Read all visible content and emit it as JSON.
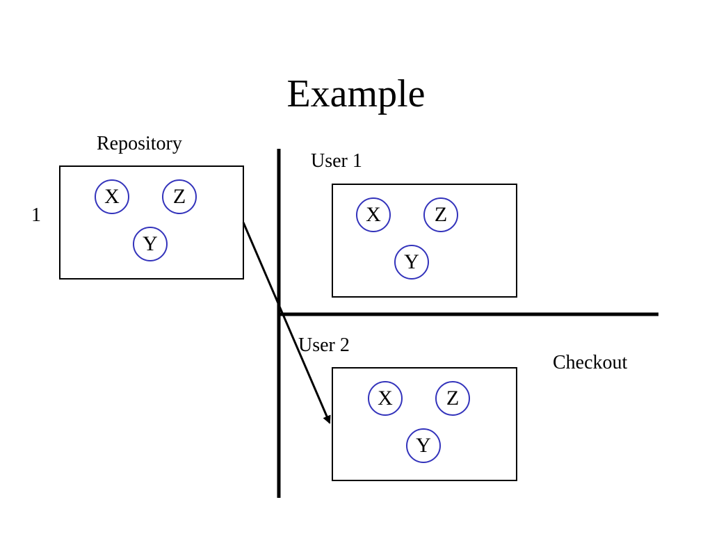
{
  "title": "Example",
  "repository": {
    "label": "Repository",
    "version": "1",
    "nodes": [
      "X",
      "Z",
      "Y"
    ]
  },
  "user1": {
    "label": "User 1",
    "nodes": [
      "X",
      "Z",
      "Y"
    ]
  },
  "user2": {
    "label": "User 2",
    "nodes": [
      "X",
      "Z",
      "Y"
    ]
  },
  "operation_label": "Checkout",
  "colors": {
    "node_border": "#3333bb",
    "line": "#000000"
  }
}
